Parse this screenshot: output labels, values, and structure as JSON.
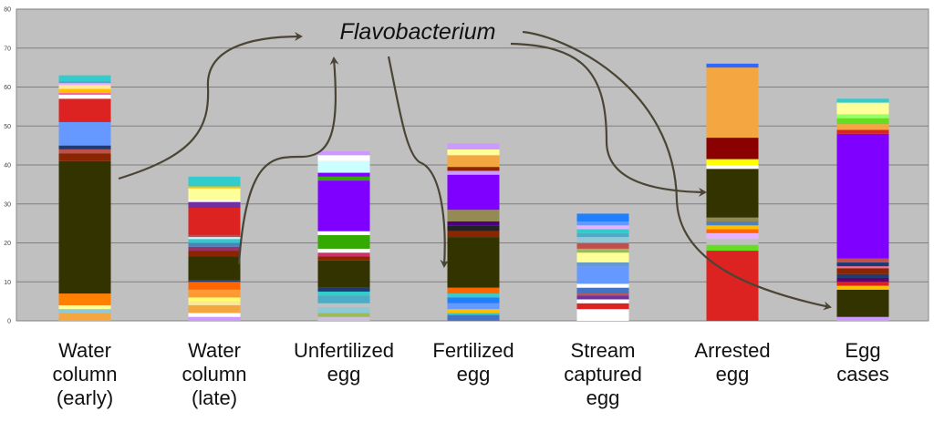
{
  "chart_data": {
    "type": "bar",
    "stacked": true,
    "grid": true,
    "legend": "none",
    "ylim": [
      0,
      80
    ],
    "yticks": [
      "0",
      "10",
      "20",
      "30",
      "40",
      "50",
      "60",
      "70",
      "80"
    ],
    "categories": [
      [
        "Water",
        "column",
        "(early)"
      ],
      [
        "Water",
        "column",
        "(late)"
      ],
      [
        "Unfertilized",
        "egg"
      ],
      [
        "Fertilized",
        "egg"
      ],
      [
        "Stream",
        "captured",
        "egg"
      ],
      [
        "Arrested",
        "egg"
      ],
      [
        "Egg",
        "cases"
      ]
    ],
    "stacks": [
      [
        [
          "#F4A640",
          2
        ],
        [
          "#8FC9D8",
          1
        ],
        [
          "#FFFF99",
          1
        ],
        [
          "#FF7F00",
          3
        ],
        [
          "#333300",
          34
        ],
        [
          "#8B2500",
          2
        ],
        [
          "#C0504D",
          1
        ],
        [
          "#1F3B73",
          1
        ],
        [
          "#6699FF",
          6
        ],
        [
          "#DD2222",
          6
        ],
        [
          "#FFFFFF",
          1
        ],
        [
          "#FF6699",
          0.5
        ],
        [
          "#FFC000",
          1
        ],
        [
          "#FFE699",
          1
        ],
        [
          "#E6B3FF",
          0.5
        ],
        [
          "#6699CC",
          0.5
        ],
        [
          "#33CCCC",
          1.5
        ]
      ],
      [
        [
          "#CC99FF",
          1
        ],
        [
          "#FFFFFF",
          1
        ],
        [
          "#F4A640",
          2
        ],
        [
          "#FFE699",
          1
        ],
        [
          "#FFFF66",
          1
        ],
        [
          "#FF9933",
          2
        ],
        [
          "#FF6600",
          2
        ],
        [
          "#1F3B73",
          0.5
        ],
        [
          "#333300",
          6
        ],
        [
          "#8B2500",
          1.5
        ],
        [
          "#993366",
          1
        ],
        [
          "#4F81BD",
          1
        ],
        [
          "#33CCCC",
          1
        ],
        [
          "#E6E6FA",
          0.5
        ],
        [
          "#C0504D",
          0.5
        ],
        [
          "#DD2222",
          7
        ],
        [
          "#7030A0",
          1.5
        ],
        [
          "#FFFFFF",
          0.5
        ],
        [
          "#FFFF99",
          3
        ],
        [
          "#FFC000",
          0.5
        ],
        [
          "#33CCCC",
          2.5
        ]
      ],
      [
        [
          "#CCC0DA",
          1
        ],
        [
          "#9BBB59",
          1
        ],
        [
          "#8FC9D8",
          1.5
        ],
        [
          "#C0C0C0",
          1
        ],
        [
          "#4BACC6",
          2
        ],
        [
          "#33CCCC",
          1
        ],
        [
          "#1F3B73",
          1
        ],
        [
          "#333300",
          7
        ],
        [
          "#8B2500",
          1
        ],
        [
          "#CC3366",
          1
        ],
        [
          "#FFFFFF",
          1
        ],
        [
          "#33AA00",
          3.5
        ],
        [
          "#FFFFFF",
          1
        ],
        [
          "#8000FF",
          13
        ],
        [
          "#33AA00",
          1
        ],
        [
          "#8000FF",
          1
        ],
        [
          "#CCFFFF",
          3
        ],
        [
          "#FFFFFF",
          1.5
        ],
        [
          "#CC99FF",
          1
        ]
      ],
      [
        [
          "#4472C4",
          1.5
        ],
        [
          "#33CCCC",
          0.5
        ],
        [
          "#FFC000",
          1
        ],
        [
          "#6699FF",
          1.5
        ],
        [
          "#1F7FFF",
          1.5
        ],
        [
          "#33CCCC",
          1
        ],
        [
          "#FF6600",
          1.5
        ],
        [
          "#333300",
          13
        ],
        [
          "#8B2500",
          1.5
        ],
        [
          "#222222",
          1.5
        ],
        [
          "#4B0082",
          1
        ],
        [
          "#948A54",
          3
        ],
        [
          "#8000FF",
          9
        ],
        [
          "#CC99FF",
          1
        ],
        [
          "#8B2500",
          1
        ],
        [
          "#F4A640",
          3
        ],
        [
          "#FFFF99",
          1.5
        ],
        [
          "#CC99FF",
          1.5
        ]
      ],
      [
        [
          "#FFFFFF",
          3
        ],
        [
          "#DD2222",
          1.5
        ],
        [
          "#FFFFFF",
          1
        ],
        [
          "#7030A0",
          1
        ],
        [
          "#C0504D",
          0.5
        ],
        [
          "#4472C4",
          1.5
        ],
        [
          "#FFFFFF",
          1
        ],
        [
          "#6699FF",
          4.5
        ],
        [
          "#6699CC",
          1
        ],
        [
          "#FFFF99",
          2.5
        ],
        [
          "#9BBB59",
          1
        ],
        [
          "#C0504D",
          1.5
        ],
        [
          "#8FC9D8",
          1.5
        ],
        [
          "#4BACC6",
          1
        ],
        [
          "#33CCCC",
          1
        ],
        [
          "#E6B3FF",
          1
        ],
        [
          "#6699FF",
          1
        ],
        [
          "#1F7FFF",
          2
        ]
      ],
      [
        [
          "#DD2222",
          18
        ],
        [
          "#66DD22",
          1.5
        ],
        [
          "#C0C0C0",
          1.5
        ],
        [
          "#E6B3FF",
          1.5
        ],
        [
          "#FF6600",
          1
        ],
        [
          "#FFC000",
          1
        ],
        [
          "#4F81BD",
          1
        ],
        [
          "#948A54",
          1
        ],
        [
          "#333300",
          12.5
        ],
        [
          "#FFFFFF",
          1
        ],
        [
          "#FFFF00",
          1.5
        ],
        [
          "#8B0000",
          5.5
        ],
        [
          "#F4A640",
          18
        ],
        [
          "#3366FF",
          1
        ]
      ],
      [
        [
          "#CC99FF",
          1
        ],
        [
          "#333300",
          7
        ],
        [
          "#FFC000",
          1
        ],
        [
          "#DD2222",
          1
        ],
        [
          "#660066",
          1
        ],
        [
          "#1F3B73",
          1
        ],
        [
          "#8B2500",
          1.5
        ],
        [
          "#FF6699",
          0.5
        ],
        [
          "#1F3B73",
          1
        ],
        [
          "#C0504D",
          1
        ],
        [
          "#8000FF",
          32
        ],
        [
          "#DD2222",
          1
        ],
        [
          "#F4A640",
          1.5
        ],
        [
          "#66DD22",
          1.5
        ],
        [
          "#99FF66",
          1
        ],
        [
          "#FFFF99",
          3
        ],
        [
          "#33CCCC",
          1
        ]
      ]
    ],
    "annotations": [
      "Flavobacterium"
    ]
  }
}
